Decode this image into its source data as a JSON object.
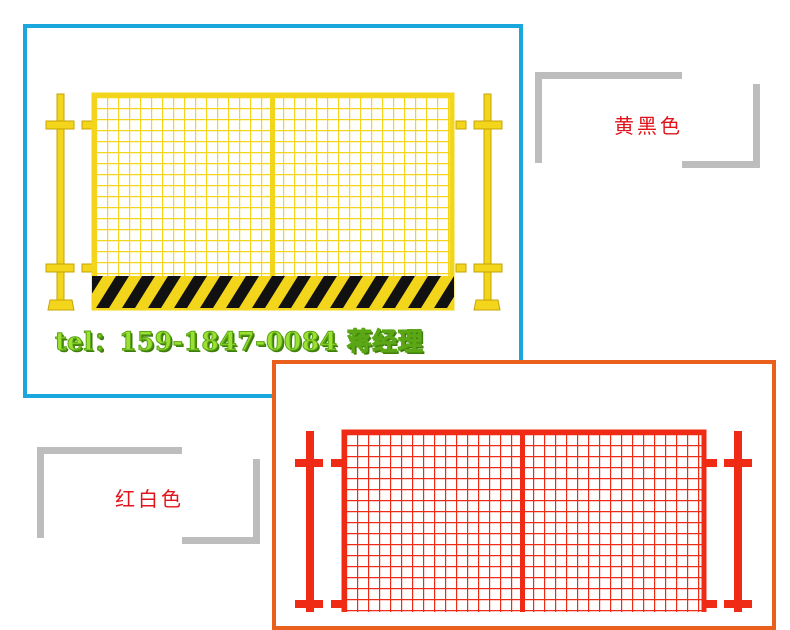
{
  "contact_text": "tel：159-1847-0084 蒋经理",
  "captions": {
    "yellow": "黄黑色",
    "red": "红白色"
  },
  "colors": {
    "yellow_frame_border": "#1aa7de",
    "red_frame_border": "#e8601c",
    "yellow_fence": "#f3d51b",
    "red_fence": "#ef2b16",
    "hazard_black": "#111111",
    "caption_text": "#e0141a",
    "contact_text": "#9be033"
  }
}
